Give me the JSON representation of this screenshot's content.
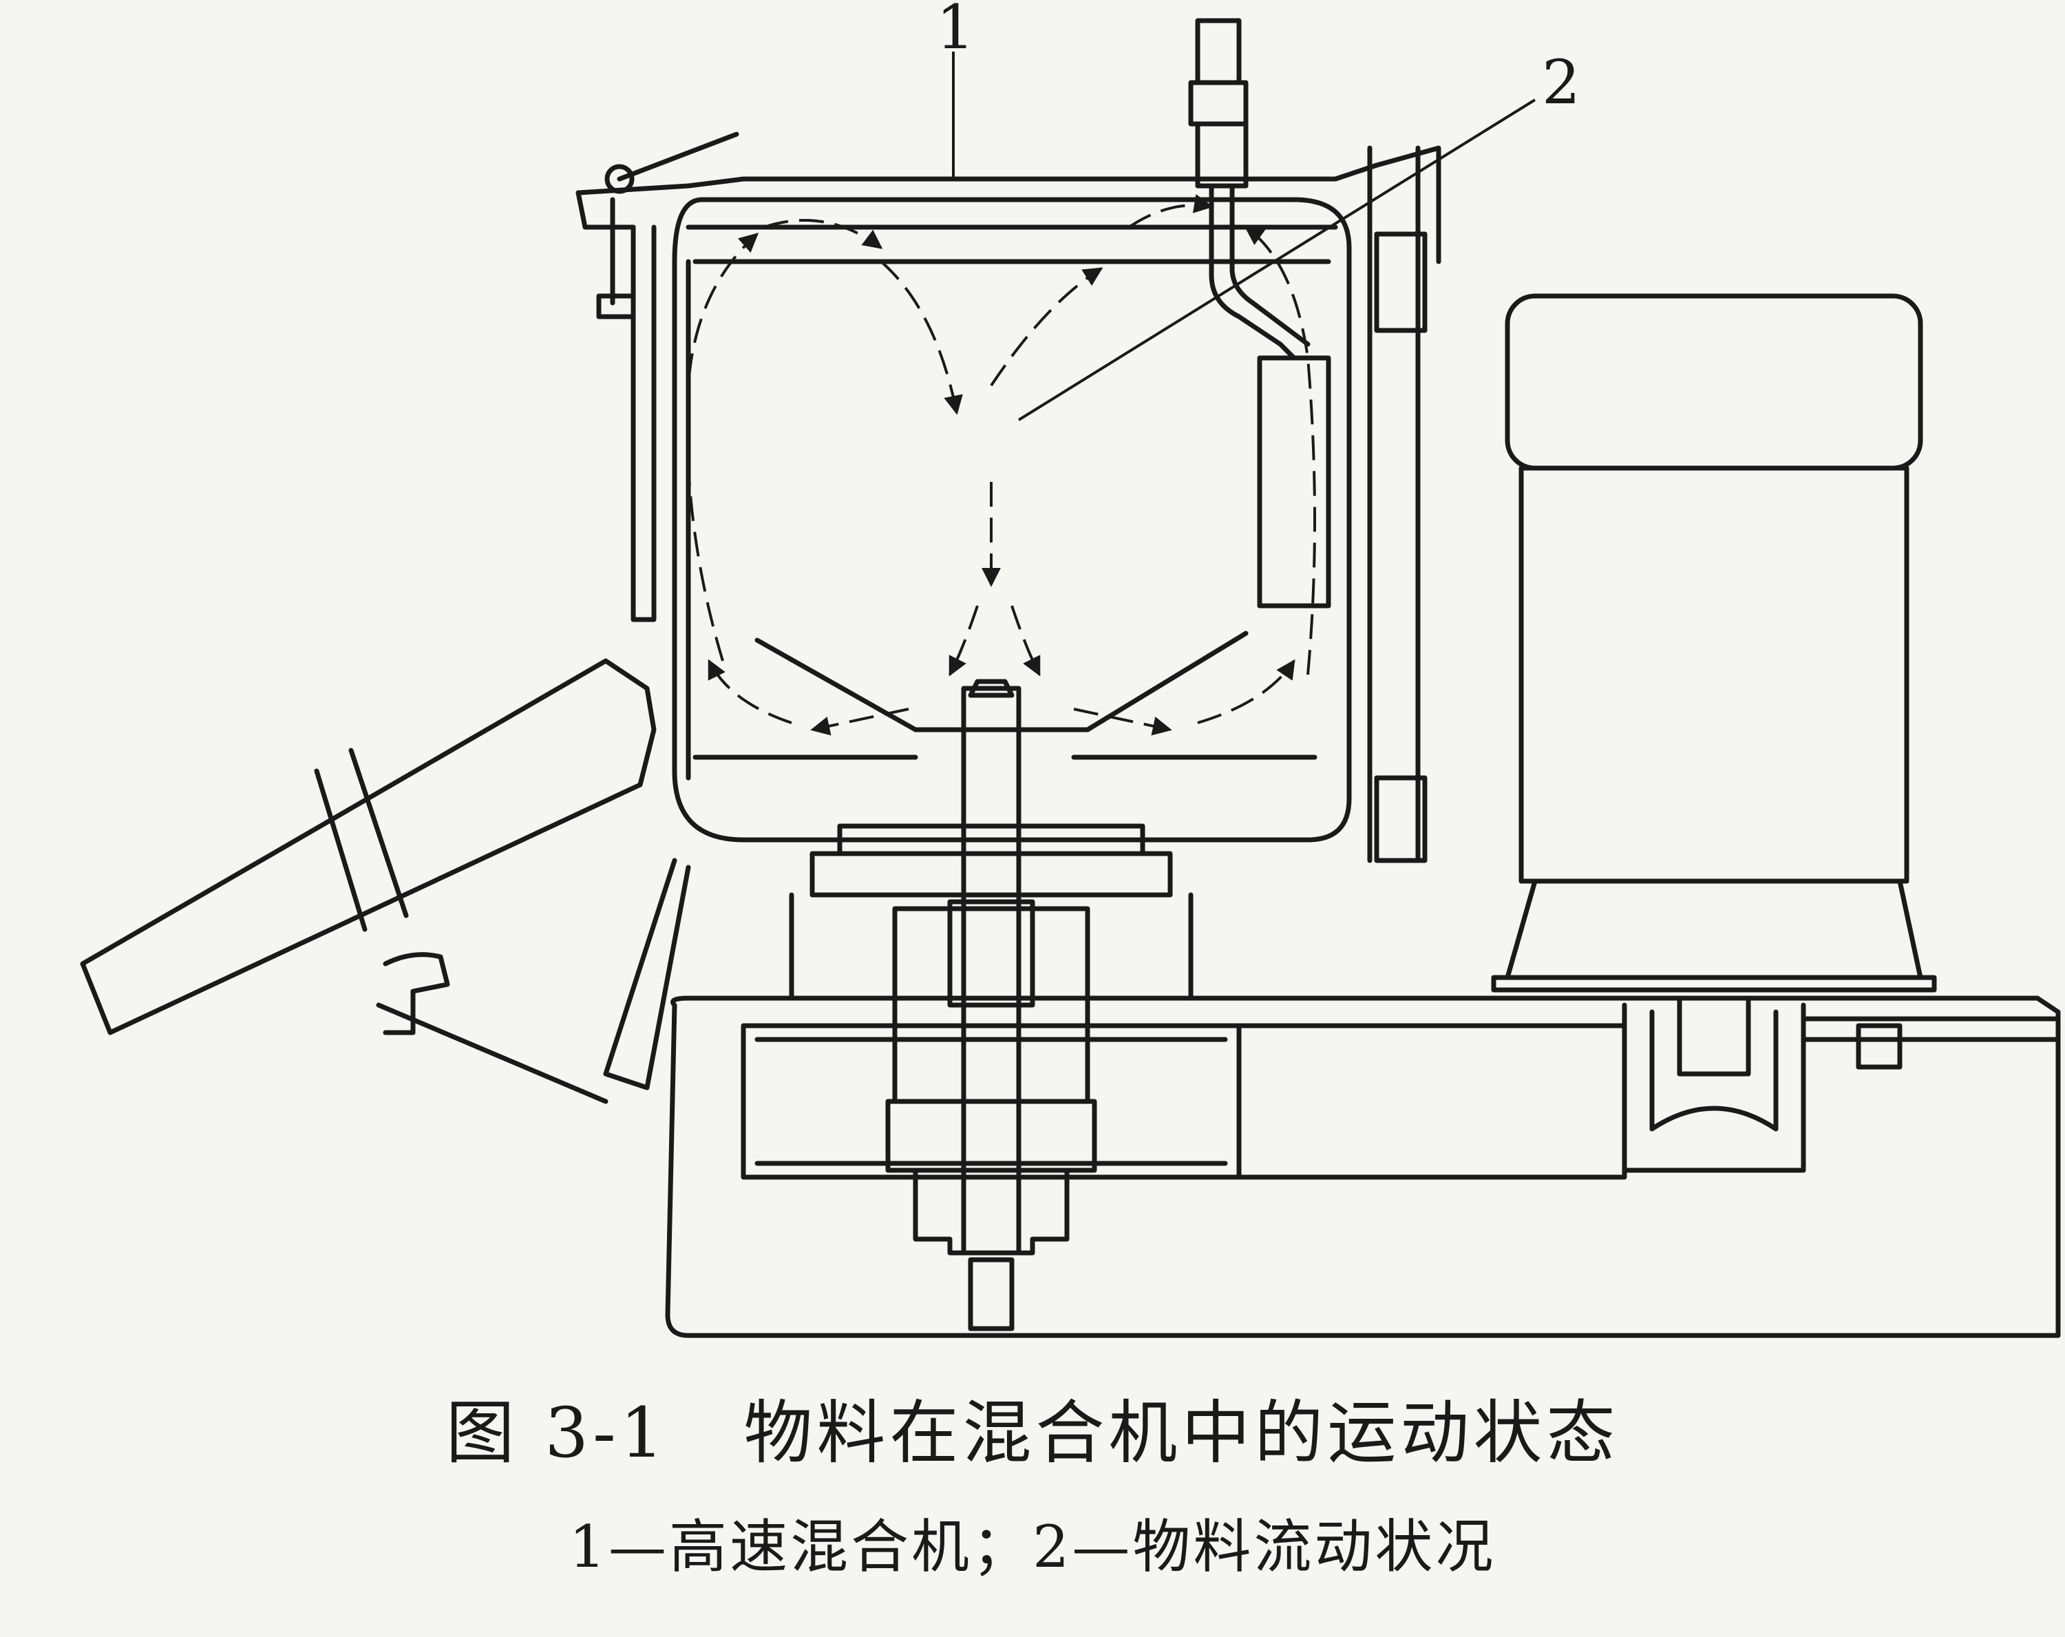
{
  "figure": {
    "number": "图 3-1",
    "title": "物料在混合机中的运动状态",
    "legend": "1—高速混合机；2—物料流动状况"
  },
  "callouts": [
    {
      "id": "1",
      "label": "1"
    },
    {
      "id": "2",
      "label": "2"
    }
  ],
  "colors": {
    "ink": "#1a1a1a",
    "paper": "#f5f5f2"
  }
}
